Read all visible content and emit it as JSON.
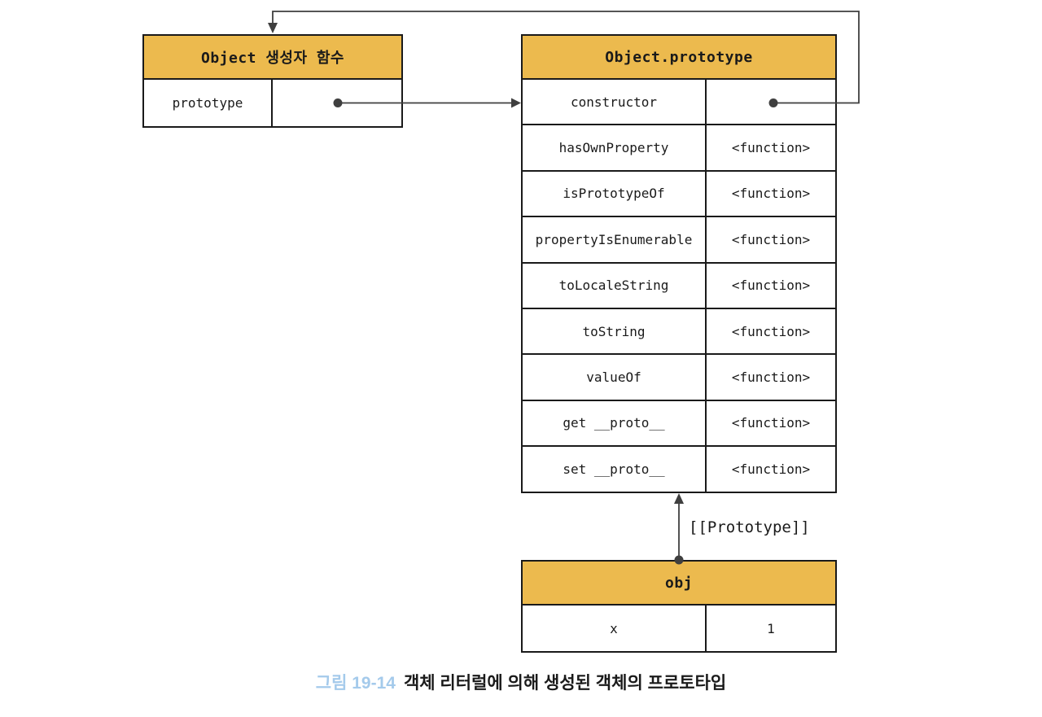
{
  "colors": {
    "header_bg": "#ECBA4E",
    "border": "#1a1a1a",
    "connector": "#3f3f3f",
    "caption_accent": "#A4CAEB",
    "text": "#1a1a1a"
  },
  "object_constructor_box": {
    "title": "Object 생성자 함수",
    "rows": [
      {
        "key": "prototype",
        "value": ""
      }
    ]
  },
  "object_prototype_box": {
    "title": "Object.prototype",
    "rows": [
      {
        "key": "constructor",
        "value": ""
      },
      {
        "key": "hasOwnProperty",
        "value": "<function>"
      },
      {
        "key": "isPrototypeOf",
        "value": "<function>"
      },
      {
        "key": "propertyIsEnumerable",
        "value": "<function>"
      },
      {
        "key": "toLocaleString",
        "value": "<function>"
      },
      {
        "key": "toString",
        "value": "<function>"
      },
      {
        "key": "valueOf",
        "value": "<function>"
      },
      {
        "key": "get __proto__",
        "value": "<function>"
      },
      {
        "key": "set __proto__",
        "value": "<function>"
      }
    ]
  },
  "obj_box": {
    "title": "obj",
    "rows": [
      {
        "key": "x",
        "value": "1"
      }
    ]
  },
  "edge_labels": {
    "prototype_internal_slot": "[[Prototype]]"
  },
  "caption": {
    "figure_label": "그림 19-14",
    "text": "객체 리터럴에 의해 생성된 객체의 프로토타입"
  }
}
